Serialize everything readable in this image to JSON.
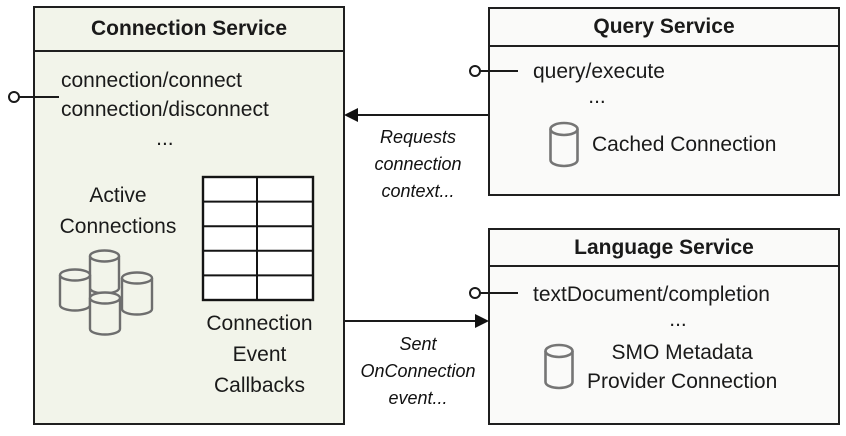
{
  "colors": {
    "canvas_bg": "#ffffff",
    "connection_box_fill": "#f2f4ea",
    "service_box_fill": "#fafaf9",
    "border": "#1f1f1f",
    "cylinder_stroke": "#6e6e6e",
    "table_cell_fill": "#ffffff"
  },
  "connection_service": {
    "title": "Connection Service",
    "endpoints": [
      "connection/connect",
      "connection/disconnect"
    ],
    "ellipsis": "...",
    "active_connections_label": [
      "Active",
      "Connections"
    ],
    "callbacks_label": [
      "Connection",
      "Event",
      "Callbacks"
    ]
  },
  "query_service": {
    "title": "Query Service",
    "endpoint": "query/execute",
    "ellipsis": "...",
    "connection_label": "Cached Connection"
  },
  "language_service": {
    "title": "Language Service",
    "endpoint": "textDocument/completion",
    "ellipsis": "...",
    "connection_label": [
      "SMO Metadata",
      "Provider Connection"
    ]
  },
  "arrows": {
    "query_to_connection": [
      "Requests",
      "connection",
      "context..."
    ],
    "connection_to_language": [
      "Sent",
      "OnConnection",
      "event..."
    ]
  }
}
